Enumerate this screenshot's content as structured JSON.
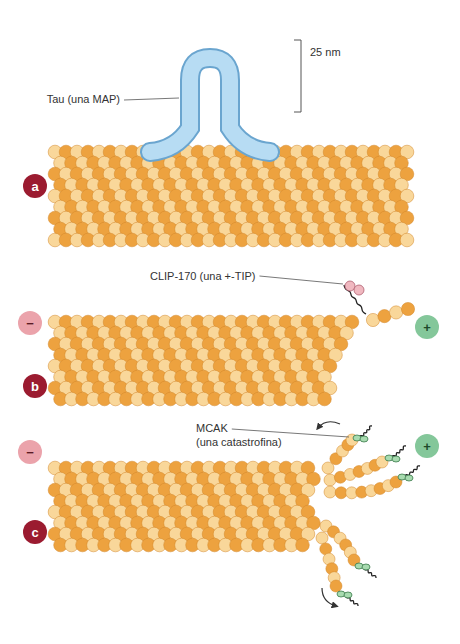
{
  "diagram": {
    "nodes": [
      {
        "text": [
          "a"
        ]
      },
      {
        "text": [
          "−"
        ]
      },
      {
        "text": [
          "+"
        ]
      },
      {
        "text": [
          "b"
        ]
      },
      {
        "text": [
          "−"
        ]
      },
      {
        "text": [
          "+"
        ]
      },
      {
        "text": [
          "c"
        ]
      }
    ],
    "labels": [
      "Tau (una MAP)",
      "25 nm",
      "CLIP-170 (una +-TIP)",
      "MCAK",
      "(una catastrofina)"
    ]
  }
}
